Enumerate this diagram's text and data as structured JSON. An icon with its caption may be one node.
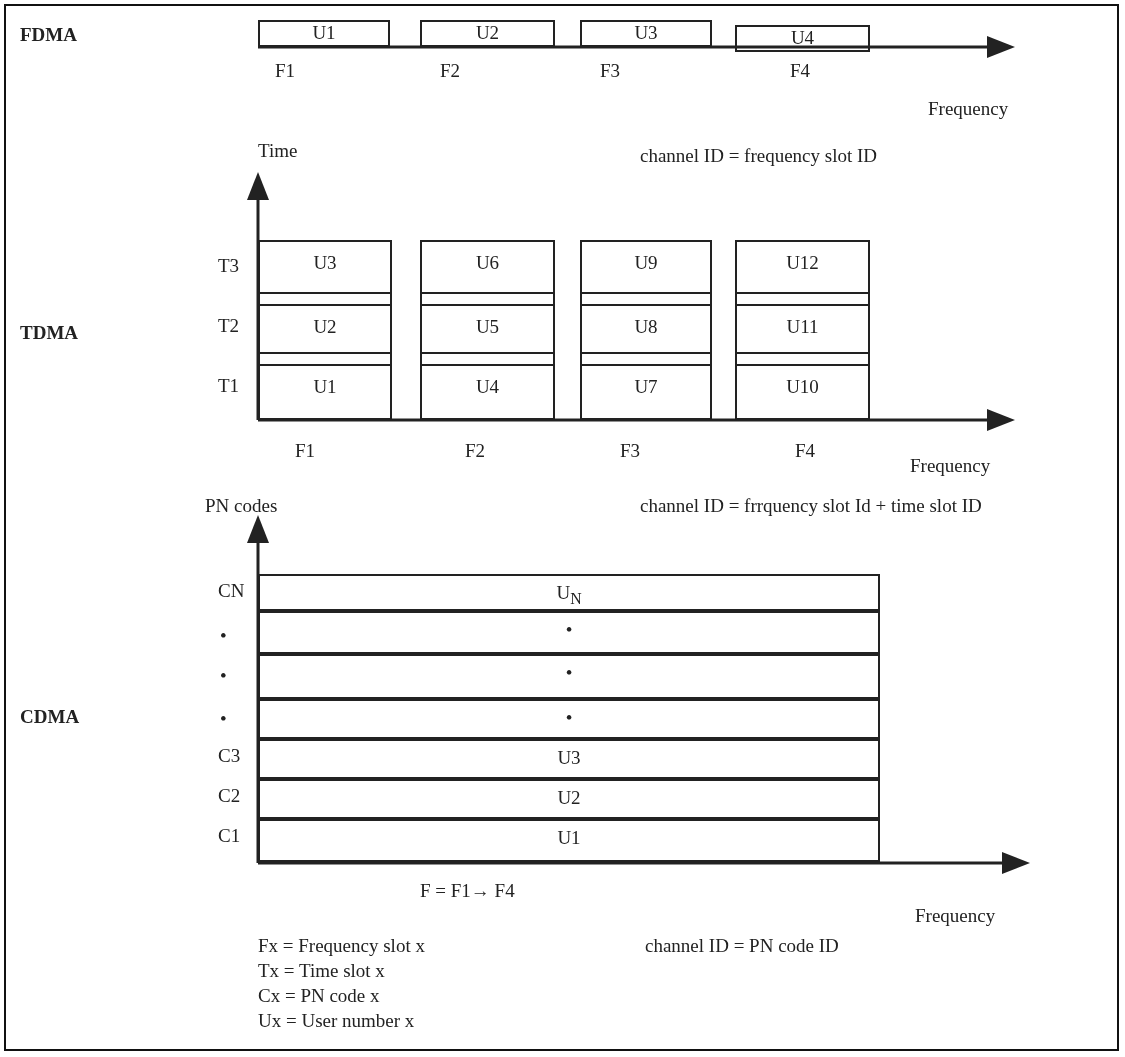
{
  "diagram": {
    "nodes": [
      {
        "text": [
          "U1"
        ]
      },
      {
        "text": [
          "U2"
        ]
      },
      {
        "text": [
          "U3"
        ]
      },
      {
        "text": [
          "U4"
        ]
      },
      {
        "text": [],
        "shape": "box"
      },
      {
        "text": [
          "U3"
        ],
        "in": 4
      },
      {
        "text": [
          "U2"
        ],
        "in": 4
      },
      {
        "text": [
          "U1"
        ],
        "in": 4
      },
      {
        "text": [],
        "shape": "box"
      },
      {
        "text": [
          "U6"
        ],
        "in": 8
      },
      {
        "text": [
          "U5"
        ],
        "in": 8
      },
      {
        "text": [
          "U4"
        ],
        "in": 8
      },
      {
        "text": [],
        "shape": "box"
      },
      {
        "text": [
          "U9"
        ],
        "in": 12
      },
      {
        "text": [
          "U8"
        ],
        "in": 12
      },
      {
        "text": [
          "U7"
        ],
        "in": 12
      },
      {
        "text": [],
        "shape": "box"
      },
      {
        "text": [
          "U12"
        ],
        "in": 16
      },
      {
        "text": [
          "U11"
        ],
        "in": 16
      },
      {
        "text": [
          "U10"
        ],
        "in": 16
      },
      {
        "text": [
          "U$_{N}$"
        ]
      },
      {
        "text": [
          "•"
        ]
      },
      {
        "text": [
          "•"
        ]
      },
      {
        "text": [
          "•"
        ]
      },
      {
        "text": [
          "U3"
        ]
      },
      {
        "text": [
          "U2"
        ]
      },
      {
        "text": [
          "U1"
        ]
      }
    ],
    "labels": [
      "FDMA",
      "F1",
      "F2",
      "F3",
      "F4",
      "Frequency",
      "Time",
      "channel ID = frequency slot ID",
      "T3",
      "TDMA",
      "T2",
      "T1",
      "F1",
      "F2",
      "F3",
      "F4",
      "Frequency",
      "PN codes",
      "channel ID = frrquency slot Id + time slot ID",
      "CN",
      "•",
      "•",
      "CDMA",
      "•",
      "C3",
      "C2",
      "C1",
      "F = F1→ F4",
      "Frequency",
      "Fx = Frequency slot x",
      "channel ID = PN code ID",
      "Tx = Time slot x",
      "Cx = PN code x",
      "Ux = User number x"
    ]
  }
}
